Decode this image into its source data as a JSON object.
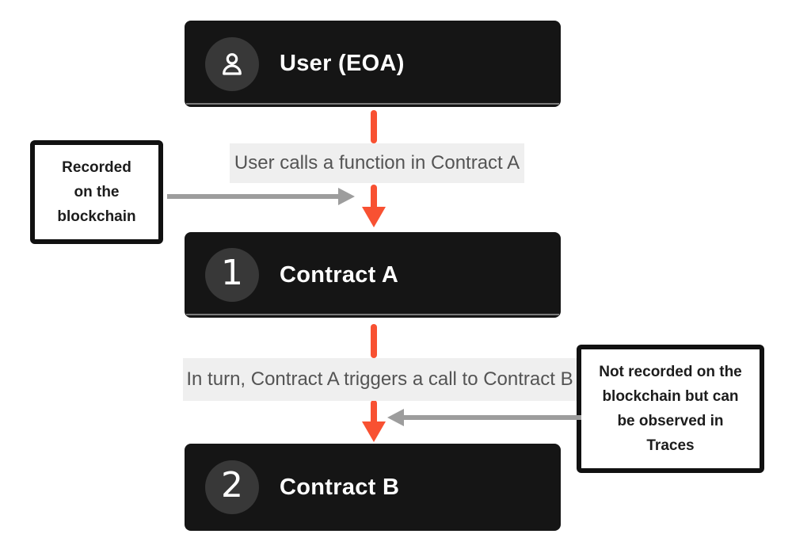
{
  "colors": {
    "node_bg": "#151515",
    "badge_bg": "#383838",
    "node_text": "#ffffff",
    "edge_label_bg": "#efefef",
    "edge_label_text": "#545454",
    "arrow_orange": "#f85132",
    "arrow_gray": "#9d9d9d",
    "annotation_border": "#111111",
    "annotation_text": "#1c1c1c",
    "divider": "#8c8c8c",
    "canvas_bg": "#ffffff"
  },
  "nodes": [
    {
      "id": "user",
      "badge": "user-icon",
      "label": "User (EOA)"
    },
    {
      "id": "contract-a",
      "badge": "1",
      "label": "Contract A"
    },
    {
      "id": "contract-b",
      "badge": "2",
      "label": "Contract B"
    }
  ],
  "edges": [
    {
      "id": "edge-1",
      "from": "user",
      "to": "contract-a",
      "label": "User calls a function in Contract A"
    },
    {
      "id": "edge-2",
      "from": "contract-a",
      "to": "contract-b",
      "label": "In turn, Contract A triggers a call to Contract B"
    }
  ],
  "annotations": [
    {
      "id": "left",
      "text": "Recorded\non the\nblockchain",
      "points_to": "edge-1"
    },
    {
      "id": "right",
      "text": "Not recorded on the\nblockchain but can\nbe observed in\nTraces",
      "points_to": "edge-2"
    }
  ]
}
